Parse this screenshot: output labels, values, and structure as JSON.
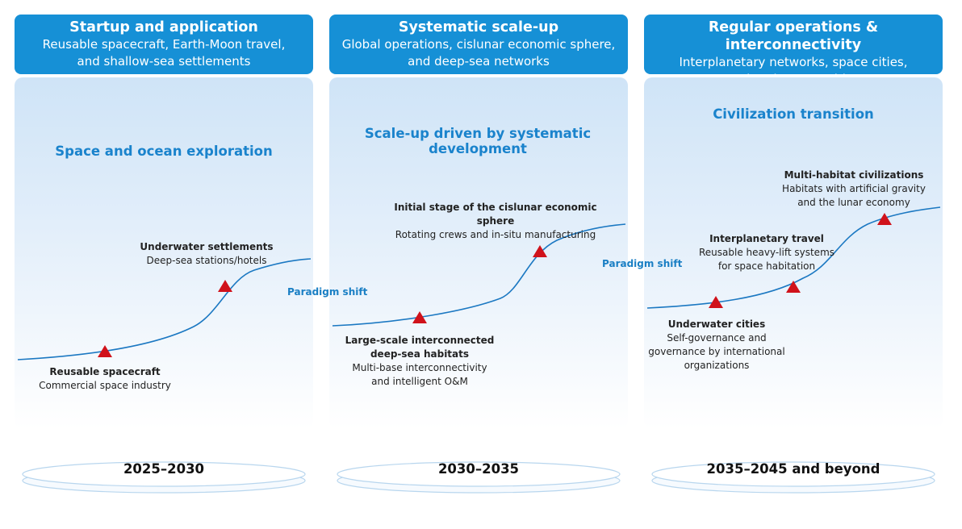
{
  "columns": [
    {
      "header_title": "Startup and application",
      "header_sub1": "Reusable spacecraft, Earth-Moon travel,",
      "header_sub2": "and shallow-sea settlements",
      "stage_label": "Space and ocean exploration",
      "period": "2025–2030"
    },
    {
      "header_title": "Systematic scale-up",
      "header_sub1": "Global operations, cislunar economic sphere,",
      "header_sub2": "and deep-sea networks",
      "stage_label": "Scale-up driven by systematic development",
      "period": "2030–2035"
    },
    {
      "header_title": "Regular operations & interconnectivity",
      "header_sub1": "Interplanetary networks, space cities,",
      "header_sub2": "and underwater cities",
      "stage_label": "Civilization transition",
      "period": "2035–2045 and beyond"
    }
  ],
  "milestones": {
    "reusable_spacecraft": {
      "title": "Reusable spacecraft",
      "line1": "Commercial space industry"
    },
    "underwater_settlements": {
      "title": "Underwater settlements",
      "line1": "Deep-sea stations/hotels"
    },
    "deep_sea_habitats": {
      "title1": "Large-scale interconnected",
      "title2": "deep-sea habitats",
      "line1": "Multi-base interconnectivity",
      "line2": "and intelligent O&M"
    },
    "cislunar_sphere": {
      "title": "Initial stage of the cislunar economic sphere",
      "line1": "Rotating crews and in-situ manufacturing"
    },
    "underwater_cities": {
      "title": "Underwater cities",
      "line1": "Self-governance and",
      "line2": "governance by international",
      "line3": "organizations"
    },
    "interplanetary_travel": {
      "title": "Interplanetary travel",
      "line1": "Reusable heavy-lift systems",
      "line2": "for space habitation"
    },
    "multi_habitat": {
      "title": "Multi-habitat civilizations",
      "line1": "Habitats with artificial gravity",
      "line2": "and the lunar economy"
    }
  },
  "paradigm_shift_label": "Paradigm shift",
  "colors": {
    "header_blue": "#1690d6",
    "accent_text": "#1a83cc",
    "curve": "#1b78c2",
    "marker": "#d0121b"
  }
}
